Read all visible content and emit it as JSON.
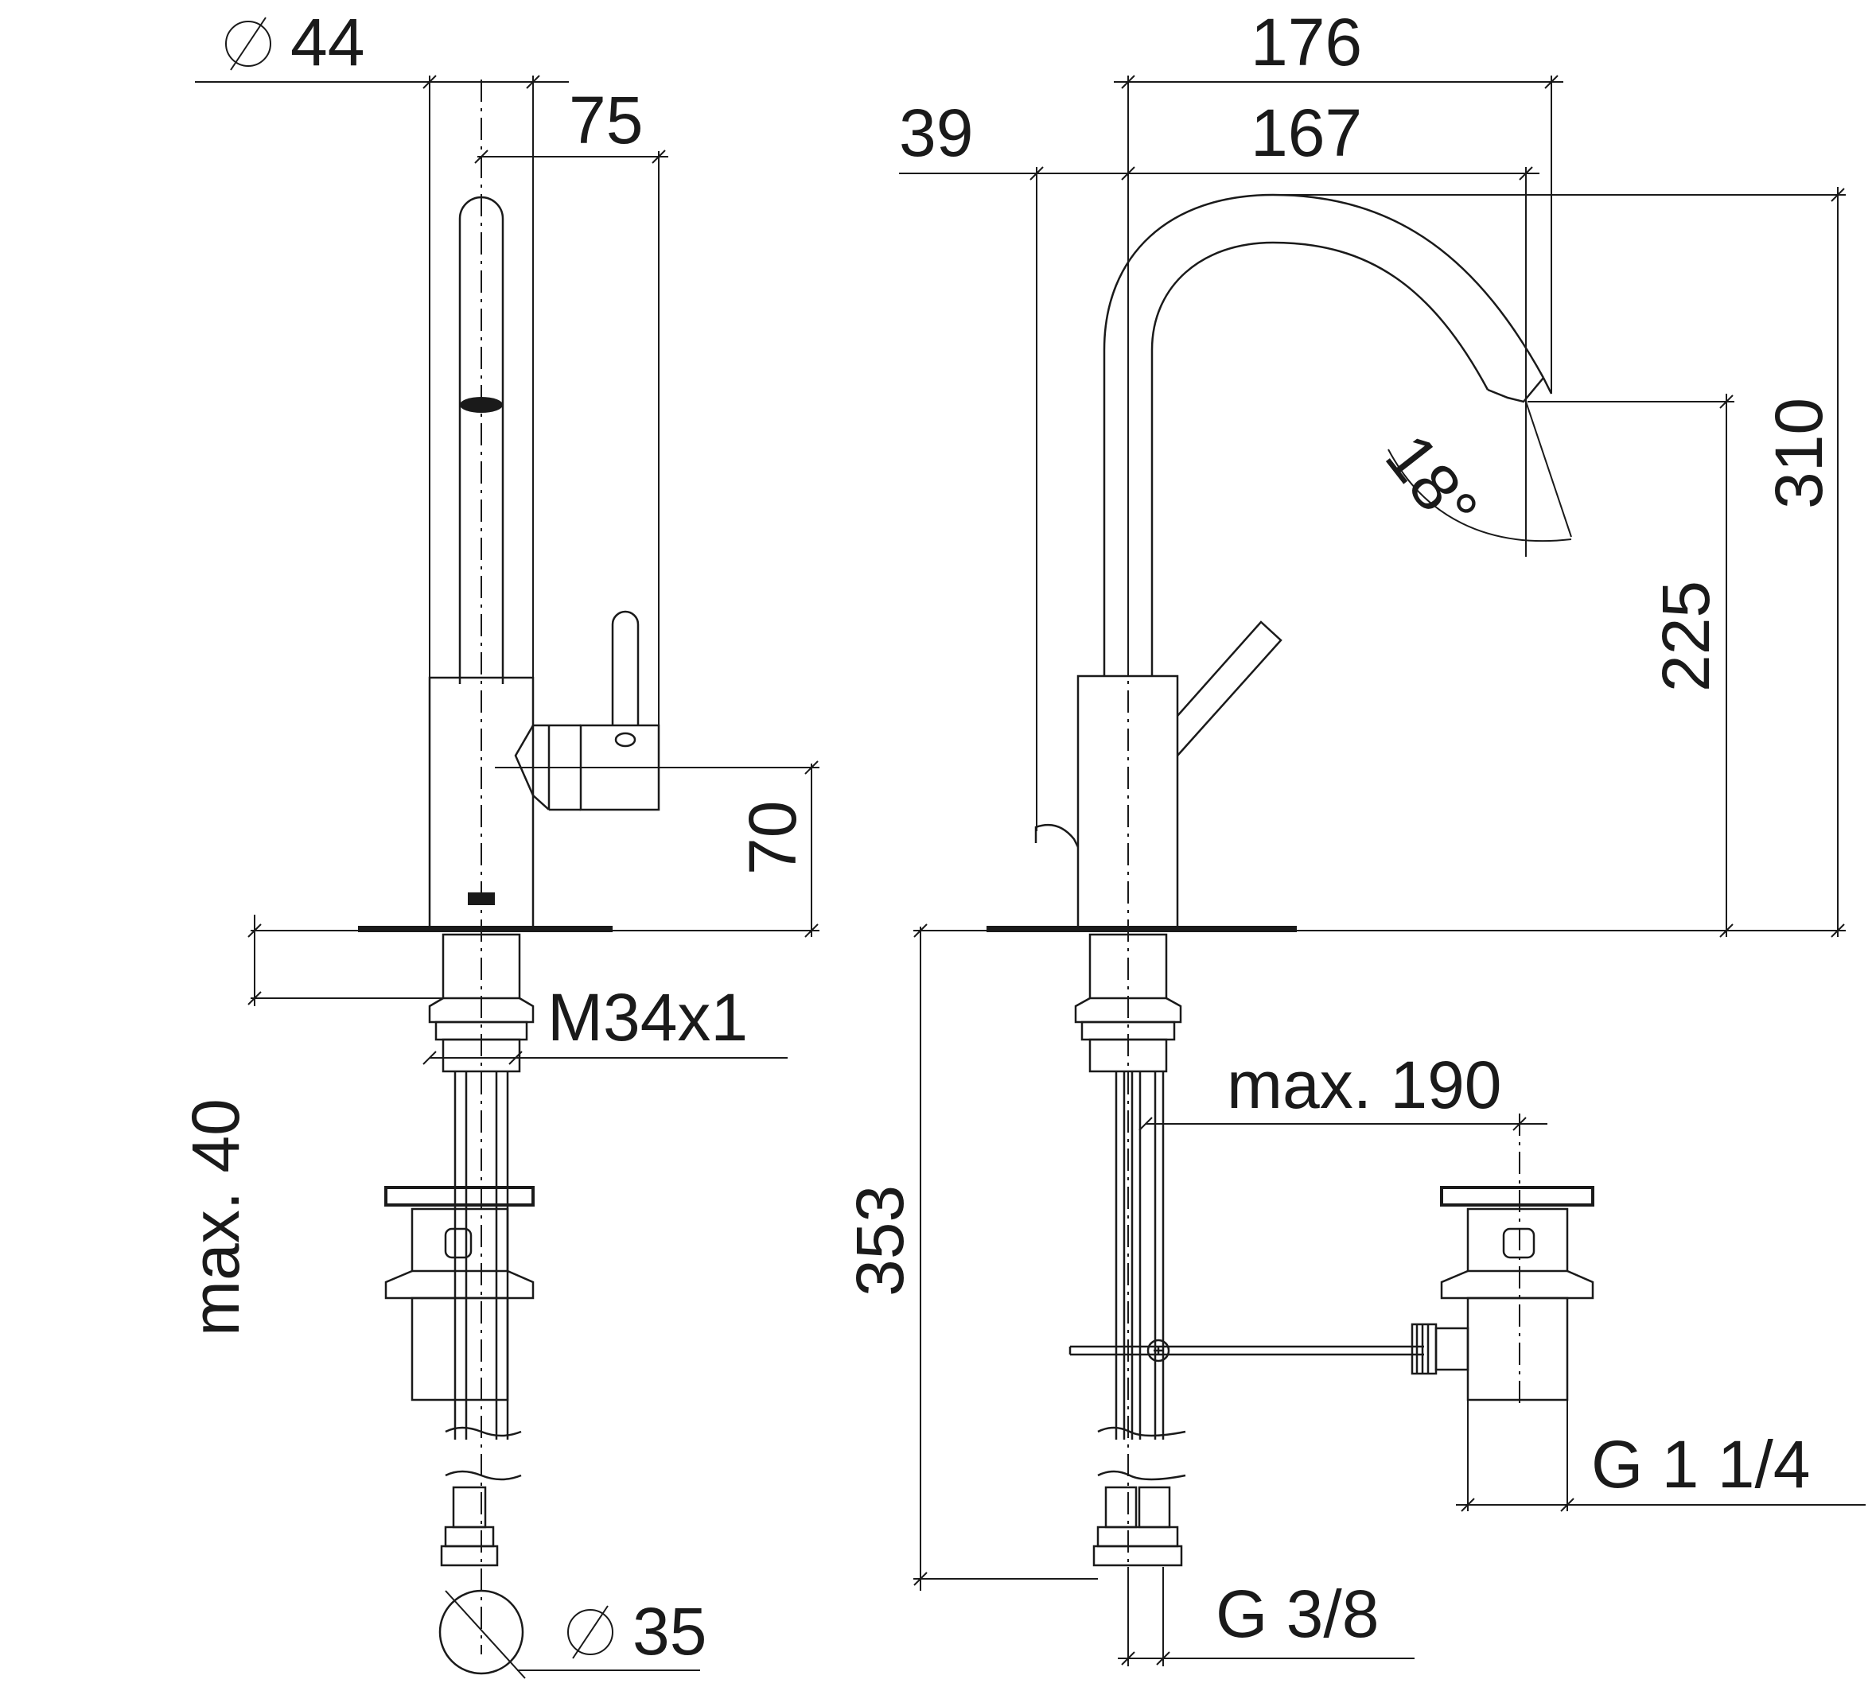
{
  "colors": {
    "line": "#1a1a1a",
    "background": "#ffffff"
  },
  "dimensions": {
    "d44": "44",
    "w75": "75",
    "h70": "70",
    "thread_m34": "M34x1",
    "max40": "max. 40",
    "d35": "35",
    "w176": "176",
    "w167": "167",
    "w39": "39",
    "angle18": "18°",
    "h310": "310",
    "h225": "225",
    "h353": "353",
    "max190": "max. 190",
    "g114": "G 1 1/4",
    "g38": "G 3/8"
  },
  "symbols": {
    "diameter": "⌀"
  }
}
